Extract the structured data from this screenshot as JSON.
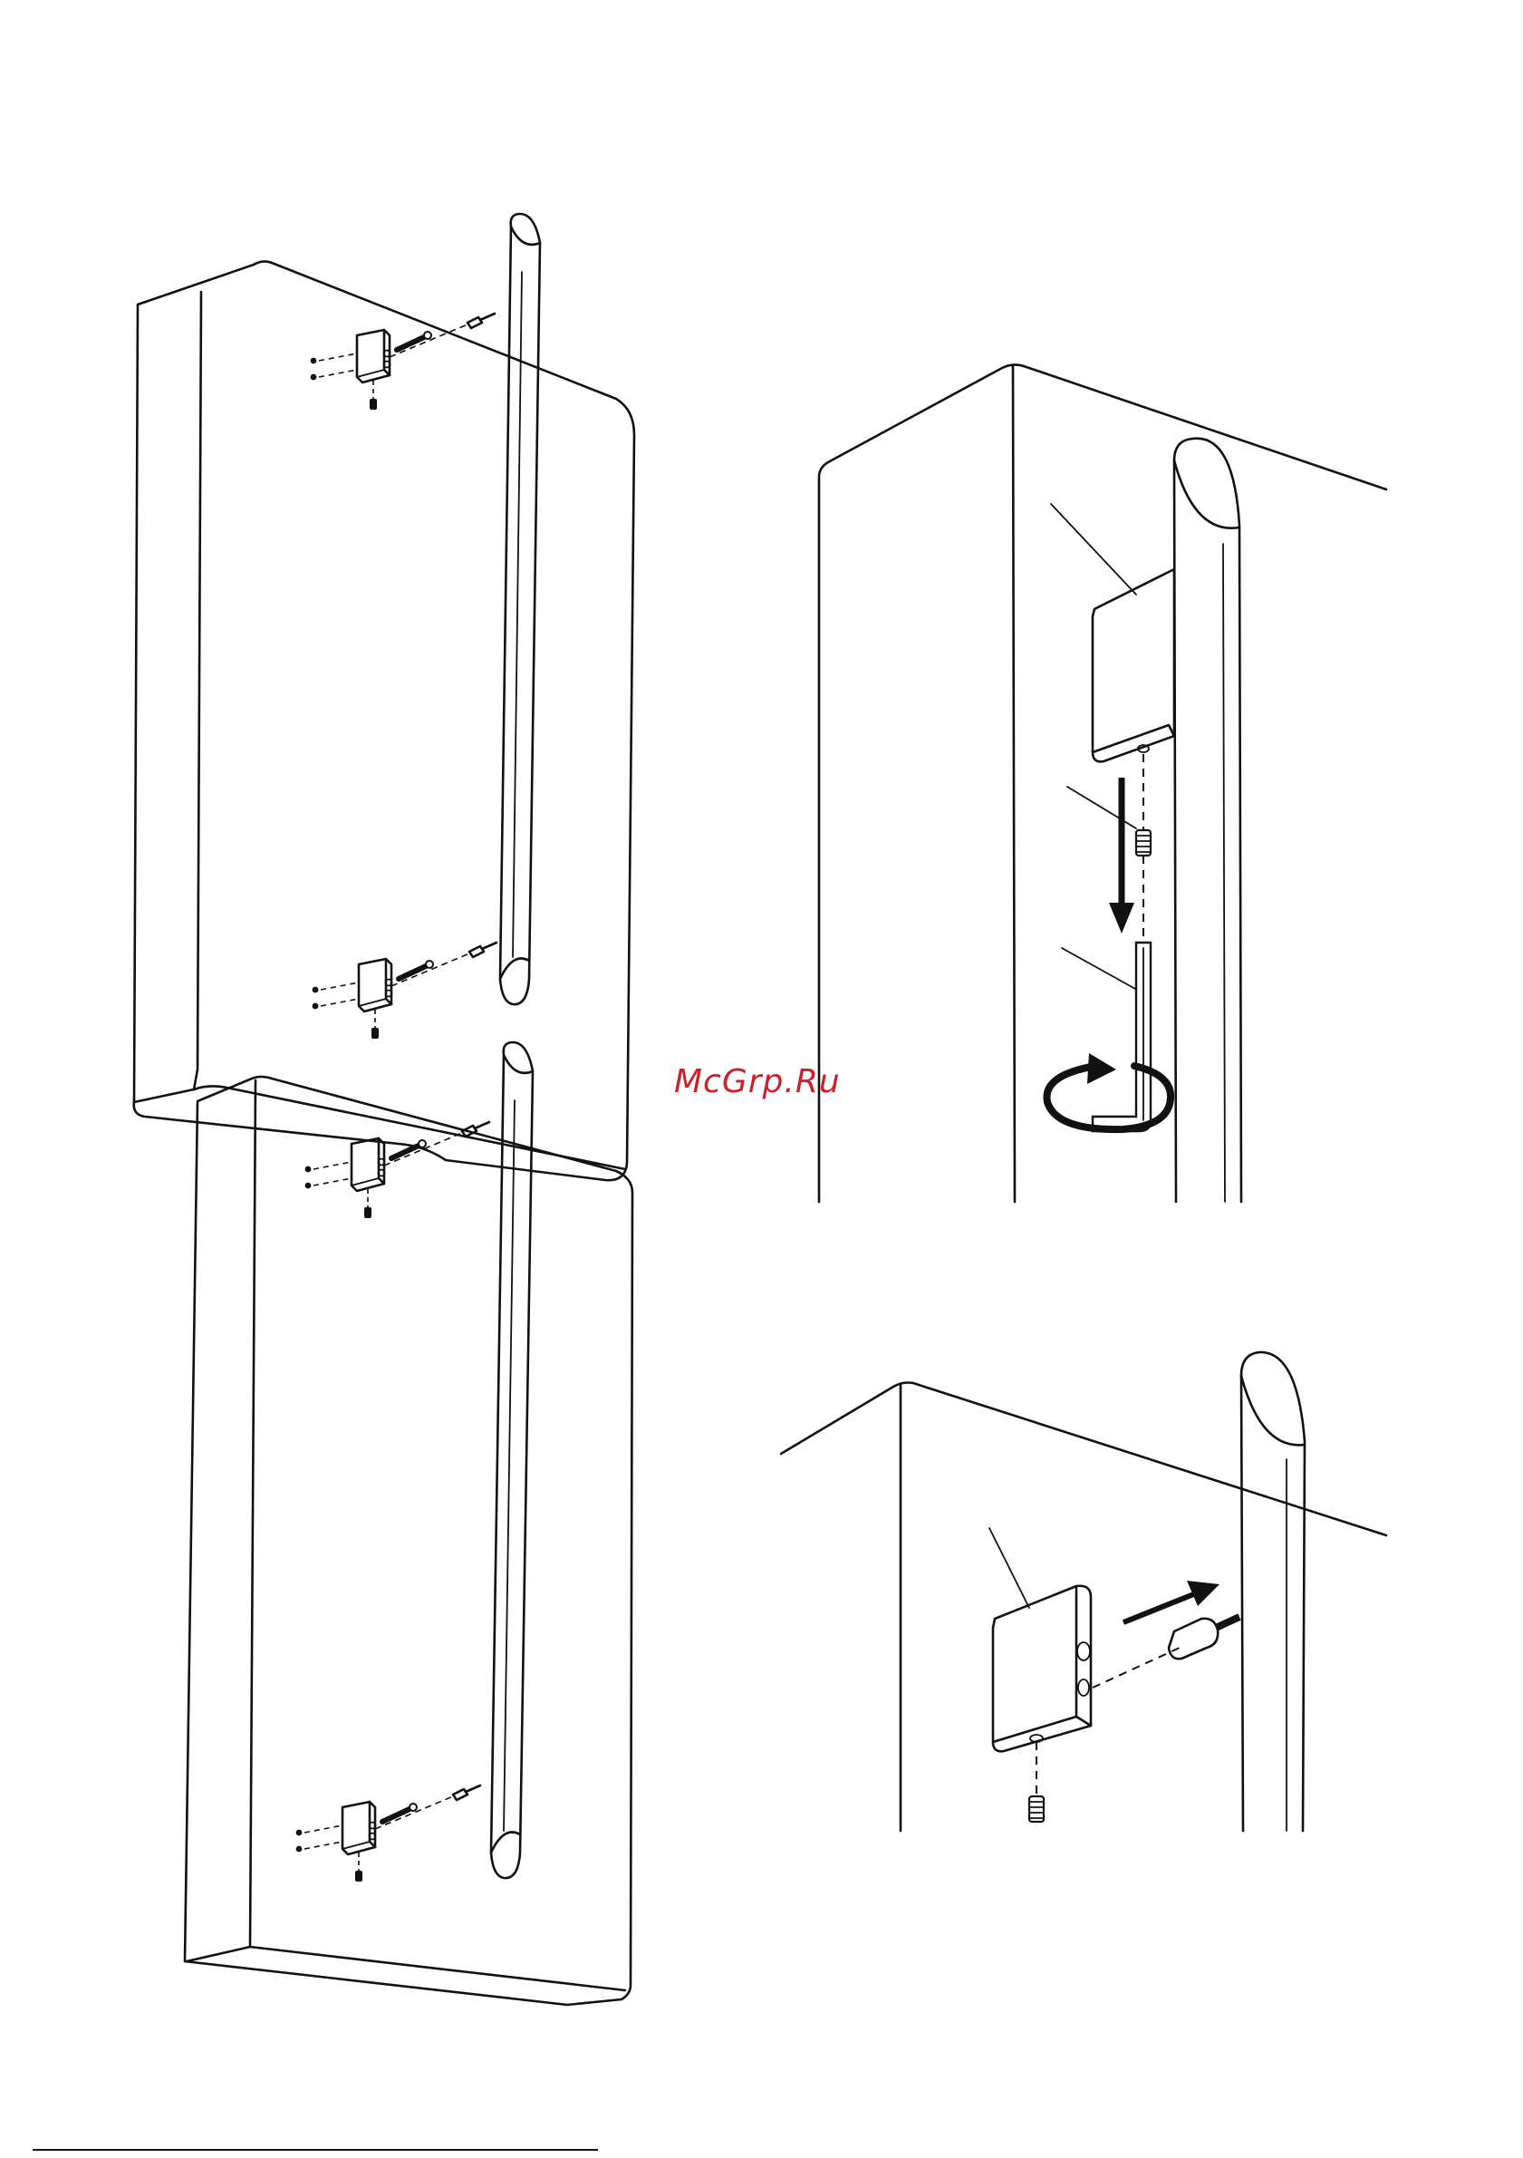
{
  "watermark": {
    "text": "McGrp.Ru",
    "color": "#c9222a"
  },
  "colors": {
    "line": "#111111",
    "background": "#ffffff"
  },
  "panels": [
    {
      "name": "left-two-door-overview",
      "icons": [
        "door-outline",
        "handle-bar",
        "mounting-bracket",
        "screw",
        "set-screw"
      ]
    },
    {
      "name": "top-right-set-screw-tightening",
      "icons": [
        "hex-key",
        "set-screw",
        "rotation-arrow",
        "down-arrow"
      ]
    },
    {
      "name": "bottom-right-bracket-attachment",
      "icons": [
        "mounting-bracket",
        "standoff",
        "set-screw",
        "push-arrow"
      ]
    }
  ]
}
